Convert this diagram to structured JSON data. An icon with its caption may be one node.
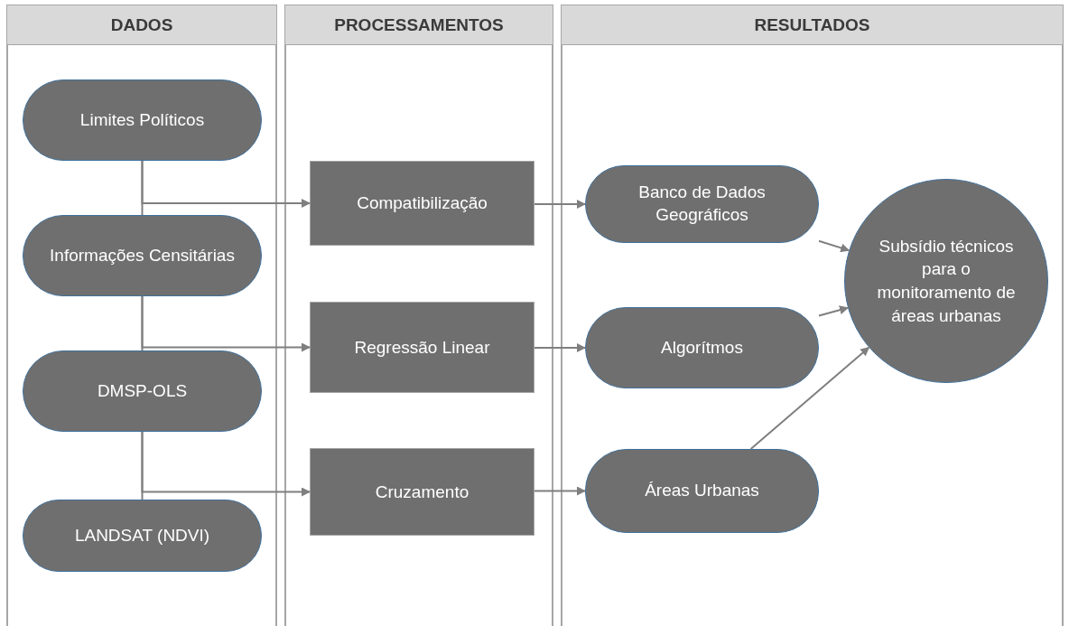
{
  "diagram": {
    "nodes": [
      {
        "text": [
          "DADOS"
        ]
      },
      {
        "text": [
          "Limites Políticos"
        ],
        "in": 0
      },
      {
        "text": [
          "Informações Censitárias"
        ],
        "in": 0
      },
      {
        "text": [
          "DMSP-OLS"
        ],
        "in": 0
      },
      {
        "text": [
          "LANDSAT (NDVI)"
        ],
        "in": 0
      },
      {
        "text": [
          "PROCESSAMENTOS"
        ]
      },
      {
        "text": [
          "Compatibilização"
        ],
        "in": 5
      },
      {
        "text": [
          "Regressão Linear"
        ],
        "in": 5
      },
      {
        "text": [
          "Cruzamento"
        ],
        "in": 5
      },
      {
        "text": [
          "RESULTADOS"
        ]
      },
      {
        "text": [
          "Banco de Dados Geográficos"
        ],
        "in": 9
      },
      {
        "text": [
          "Algorítmos"
        ],
        "in": 9
      },
      {
        "text": [
          "Áreas Urbanas"
        ],
        "in": 9
      },
      {
        "text": [
          "Subsídio técnicos para o monitoramento de áreas urbanas"
        ],
        "in": 9
      }
    ],
    "edges": [
      {
        "from": 1,
        "to": 2,
        "arrow": "none"
      },
      {
        "from": 2,
        "to": 3,
        "arrow": "none"
      },
      {
        "from": 3,
        "to": 4,
        "arrow": "none"
      },
      {
        "from": 1,
        "to": 6,
        "arrow": "to"
      },
      {
        "from": 2,
        "to": 7,
        "arrow": "to"
      },
      {
        "from": 3,
        "to": 8,
        "arrow": "to"
      },
      {
        "from": 6,
        "to": 10,
        "arrow": "to"
      },
      {
        "from": 7,
        "to": 11,
        "arrow": "to"
      },
      {
        "from": 8,
        "to": 12,
        "arrow": "to"
      },
      {
        "from": 10,
        "to": 13,
        "arrow": "to"
      },
      {
        "from": 11,
        "to": 13,
        "arrow": "to"
      },
      {
        "from": 12,
        "to": 13,
        "arrow": "to"
      }
    ]
  }
}
